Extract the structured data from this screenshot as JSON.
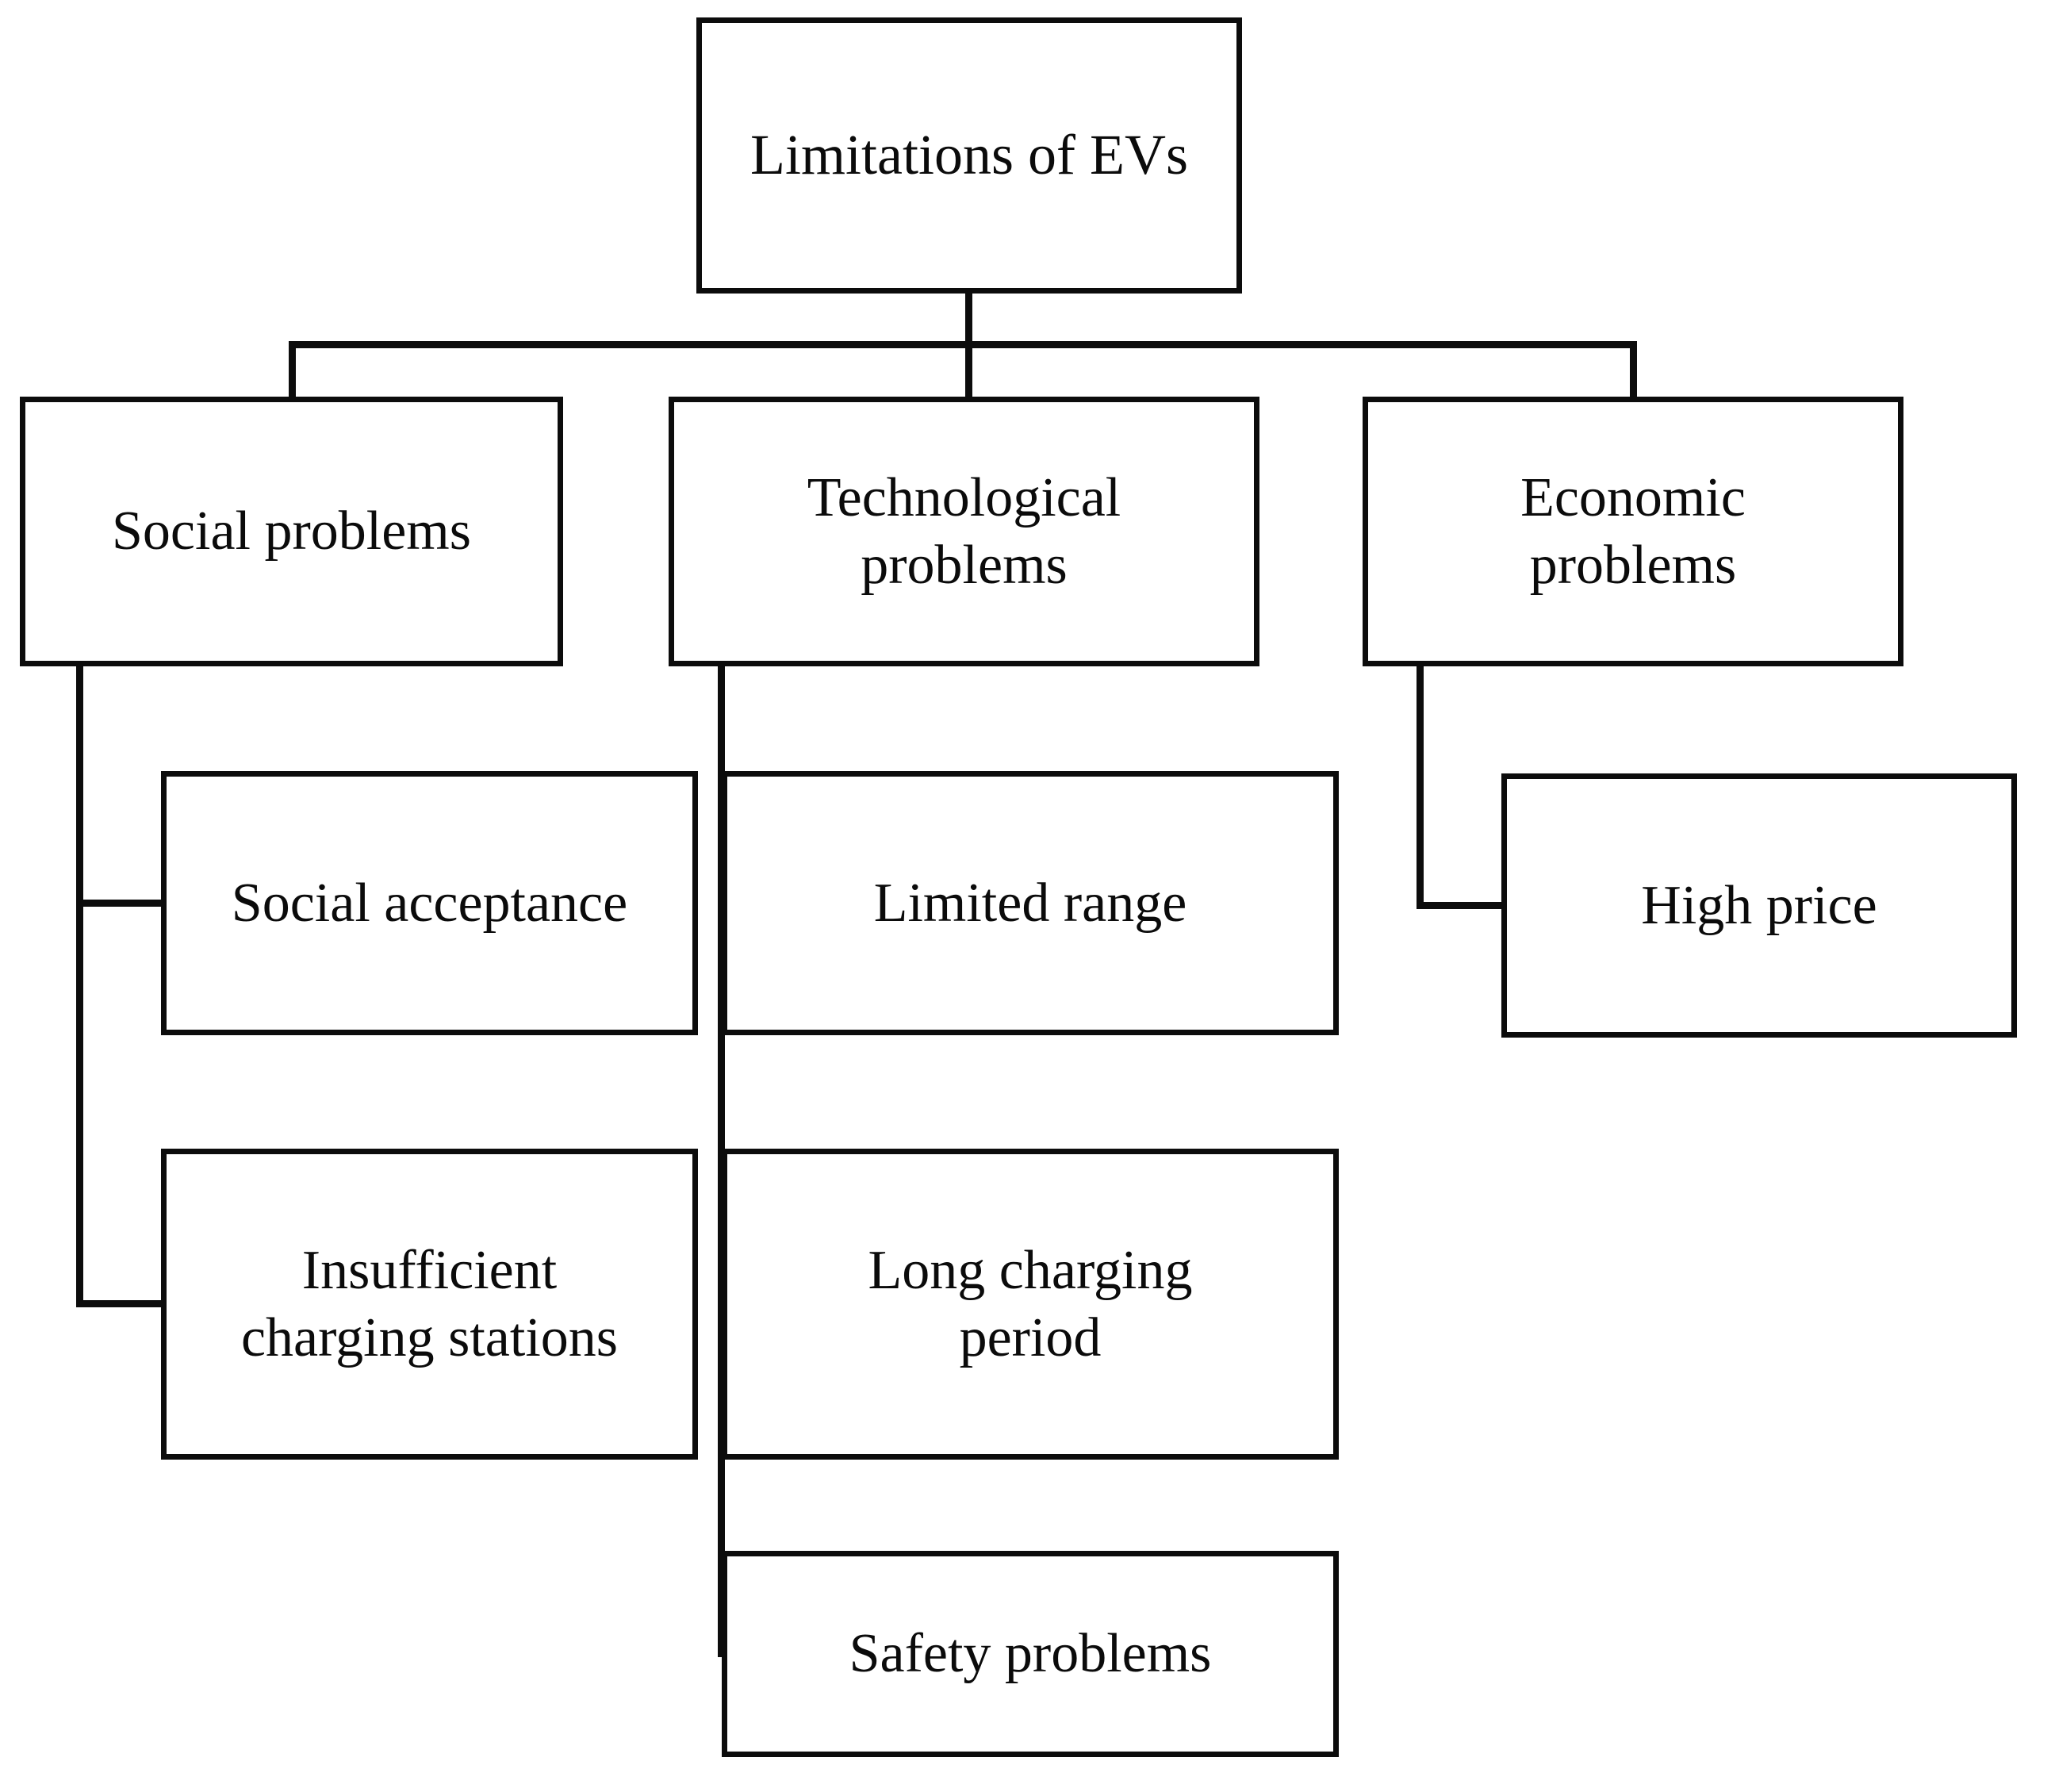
{
  "diagram": {
    "title": "Limitations of EVs",
    "type": "hierarchy-tree",
    "orientation": "top-down",
    "style": {
      "box_fill": "#ffffff",
      "box_border": "#0c0c0c",
      "line_color": "#0c0c0c",
      "text_color": "#0b0b0b",
      "background": "#ffffff"
    },
    "root": {
      "id": "limitations-of-evs",
      "label": "Limitations of EVs"
    },
    "branches": [
      {
        "id": "social-problems",
        "label": "Social problems",
        "children": [
          {
            "id": "social-acceptance",
            "label": "Social acceptance"
          },
          {
            "id": "insufficient-charging-stations",
            "label": "Insufficient\ncharging stations"
          }
        ]
      },
      {
        "id": "technological-problems",
        "label": "Technological\nproblems",
        "children": [
          {
            "id": "limited-range",
            "label": "Limited range"
          },
          {
            "id": "long-charging-period",
            "label": "Long charging\nperiod"
          },
          {
            "id": "safety-problems",
            "label": "Safety problems"
          }
        ]
      },
      {
        "id": "economic-problems",
        "label": "Economic\nproblems",
        "children": [
          {
            "id": "high-price",
            "label": "High price"
          }
        ]
      }
    ]
  }
}
